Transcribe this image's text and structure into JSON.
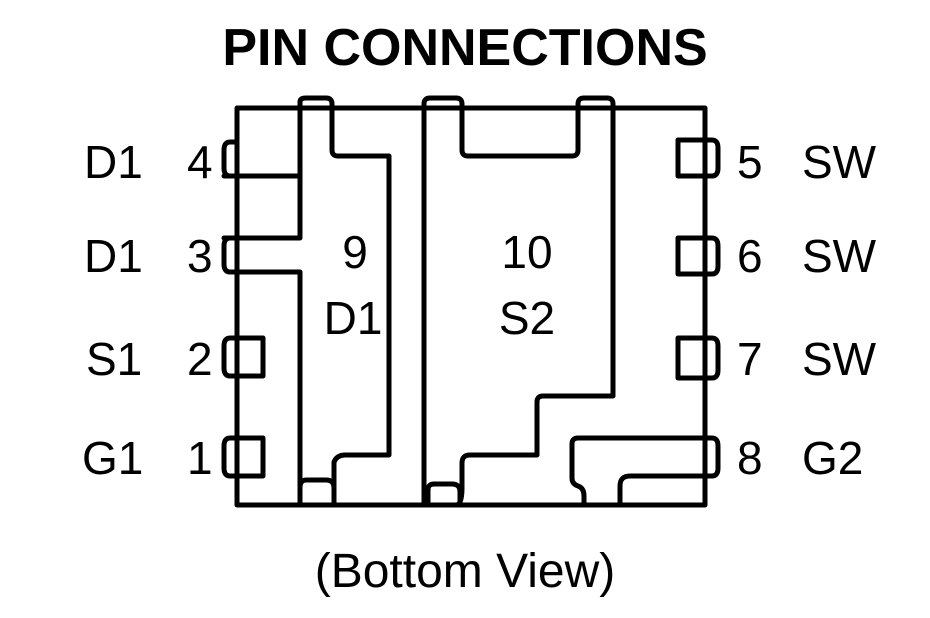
{
  "title": "PIN CONNECTIONS",
  "subtitle": "(Bottom View)",
  "left_pins": [
    {
      "number": "4",
      "name": "D1"
    },
    {
      "number": "3",
      "name": "D1"
    },
    {
      "number": "2",
      "name": "S1"
    },
    {
      "number": "1",
      "name": "G1"
    }
  ],
  "right_pins": [
    {
      "number": "5",
      "name": "SW"
    },
    {
      "number": "6",
      "name": "SW"
    },
    {
      "number": "7",
      "name": "SW"
    },
    {
      "number": "8",
      "name": "G2"
    }
  ],
  "pads": [
    {
      "number": "9",
      "name": "D1"
    },
    {
      "number": "10",
      "name": "S2"
    }
  ]
}
